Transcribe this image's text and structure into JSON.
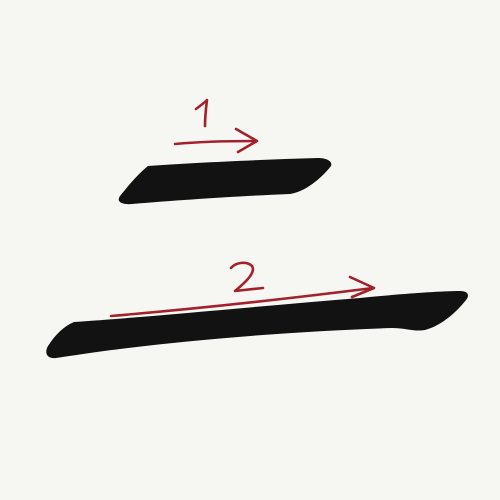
{
  "stroke_order": {
    "character": "二",
    "steps": [
      {
        "number": "1",
        "direction": "left-to-right"
      },
      {
        "number": "2",
        "direction": "left-to-right"
      }
    ],
    "colors": {
      "ink": "#121212",
      "guide": "#a3212a",
      "paper": "#f6f6f3"
    }
  }
}
